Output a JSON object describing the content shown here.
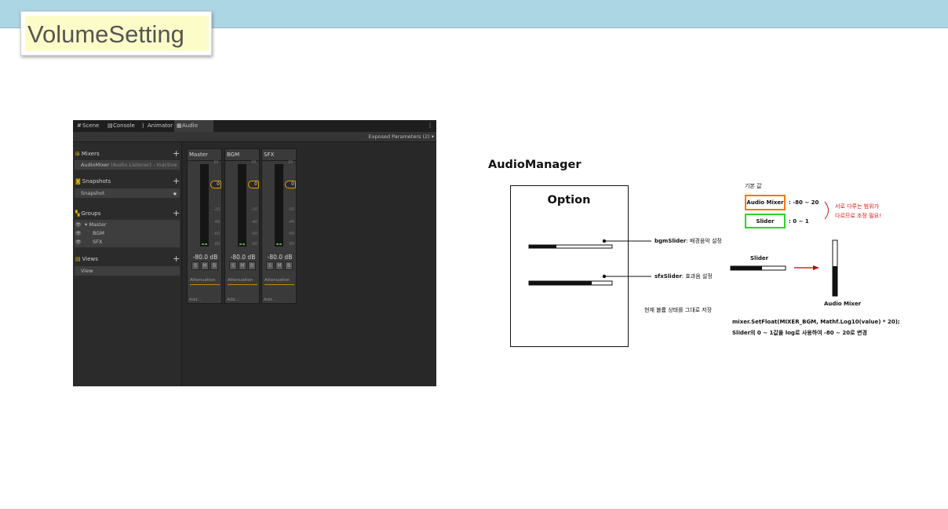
{
  "slide": {
    "title": "VolumeSetting",
    "colors": {
      "top_band": "#acd6e4",
      "bottom_band": "#ffb6c1",
      "title_fill": "#fcfcc8"
    }
  },
  "unity": {
    "tabs": [
      {
        "icon": "scene-icon",
        "glyph": "#",
        "label": "Scene"
      },
      {
        "icon": "console-icon",
        "glyph": "▤",
        "label": "Console"
      },
      {
        "icon": "animator-icon",
        "glyph": "⟩",
        "label": "Animator"
      },
      {
        "icon": "audio-mixer-icon",
        "glyph": "▦",
        "label": "Audio Mixer",
        "active": true
      }
    ],
    "menu_glyph": "⋮",
    "exposed_parameters": "Exposed Parameters (2) ▾",
    "mixers": {
      "header": "Mixers",
      "item_name": "AudioMixer",
      "item_detail": "(Audio Listener) - Inactive"
    },
    "snapshots": {
      "header": "Snapshots",
      "item": "Snapshot"
    },
    "groups": {
      "header": "Groups",
      "items": [
        "▾ Master",
        "BGM",
        "SFX"
      ]
    },
    "views": {
      "header": "Views",
      "item": "View"
    },
    "plus_glyph": "+",
    "star_glyph": "★",
    "eye_glyph": "👁",
    "strips": [
      {
        "name": "Master",
        "db": "-80.0 dB",
        "fader": "0"
      },
      {
        "name": "BGM",
        "db": "-80.0 dB",
        "fader": "0"
      },
      {
        "name": "SFX",
        "db": "-80.0 dB",
        "fader": "0"
      }
    ],
    "ticks": [
      "20",
      "-20",
      "-40",
      "-60",
      "-80"
    ],
    "buttons": [
      "S",
      "M",
      "B"
    ],
    "attenuation_label": "Attenuation",
    "add_label": "Add..."
  },
  "diagram": {
    "title": "AudioManager",
    "option_title": "Option",
    "bgm_slider": {
      "name": "bgmSlider",
      "desc": ": 배경음악 설정",
      "value": 0.33
    },
    "sfx_slider": {
      "name": "sfxSlider",
      "desc": ": 효과음 설정",
      "value": 0.75
    },
    "save_note": "현재 볼륨 상태를 그대로 저장",
    "defaults_label": "기본 값",
    "audio_mixer_box": "Audio Mixer",
    "audio_mixer_range": ": -80 ~ 20",
    "slider_box": "Slider",
    "slider_range": ": 0 ~ 1",
    "warning_line1": "서로 다루는 범위가",
    "warning_line2": "다르므로 조정 필요!",
    "slider_label": "Slider",
    "mixer_label": "Audio Mixer",
    "code_line": "mixer.SetFloat(MIXER_BGM, Mathf.Log10(value) * 20);",
    "code_desc": "Slider의 0 ~ 1값을 log로 사용하여 -80 ~ 20로 변경",
    "colors": {
      "mixer_border": "#f07a10",
      "slider_border": "#30d030",
      "warning": "#e01010",
      "arrow": "#c00000"
    }
  }
}
